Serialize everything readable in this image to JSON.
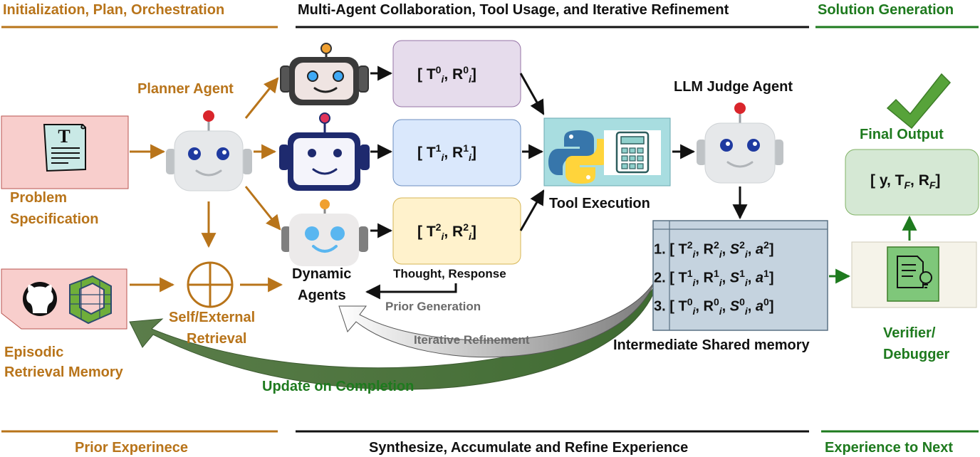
{
  "headers": {
    "top_left": "Initialization, Plan, Orchestration",
    "top_center": "Multi-Agent Collaboration, Tool Usage, and Iterative Refinement",
    "top_right": "Solution Generation",
    "bottom_left": "Prior Experinece",
    "bottom_center": "Synthesize, Accumulate and Refine Experience",
    "bottom_right": "Experience to Next"
  },
  "labels": {
    "planner_agent": "Planner Agent",
    "problem_spec_line1": "Problem",
    "problem_spec_line2": "Specification",
    "episodic_line1": "Episodic",
    "episodic_line2": "Retrieval Memory",
    "retrieval_line1": "Self/External",
    "retrieval_line2": "Retrieval",
    "dynamic_line1": "Dynamic",
    "dynamic_line2": "Agents",
    "thought_response": "Thought, Response",
    "prior_generation": "Prior Generation",
    "tool_execution": "Tool Execution",
    "llm_judge": "LLM Judge Agent",
    "shared_memory": "Intermediate Shared memory",
    "iterative_refinement": "Iterative Refinement",
    "update_on_completion": "Update on Completion",
    "final_output": "Final Output",
    "verifier_line1": "Verifier/",
    "verifier_line2": "Debugger",
    "doc_letter": "T"
  },
  "agent_outputs": [
    {
      "t": "T",
      "t_sup": "0",
      "t_sub": "i",
      "r": "R",
      "r_sup": "0",
      "r_sub": "i",
      "color": "#e6dcec"
    },
    {
      "t": "T",
      "t_sup": "1",
      "t_sub": "i",
      "r": "R",
      "r_sup": "1",
      "r_sub": "i",
      "color": "#dae8fc"
    },
    {
      "t": "T",
      "t_sup": "2",
      "t_sub": "i",
      "r": "R",
      "r_sup": "2",
      "r_sub": "i",
      "color": "#fff2cc"
    }
  ],
  "memory_rows": [
    {
      "num": "1.",
      "idx": "2"
    },
    {
      "num": "2.",
      "idx": "1"
    },
    {
      "num": "3.",
      "idx": "0"
    }
  ],
  "final": {
    "y": "y",
    "t": "T",
    "t_sub": "F",
    "r": "R",
    "r_sub": "F"
  },
  "colors": {
    "brown": "#b8741a",
    "green": "#1e7a1e",
    "problem_box": "#f8cecc",
    "tool_box": "#a8dde0",
    "memory_box": "#c5d3df",
    "final_box": "#d5e8d4",
    "verifier_box": "#f5f3e9"
  }
}
